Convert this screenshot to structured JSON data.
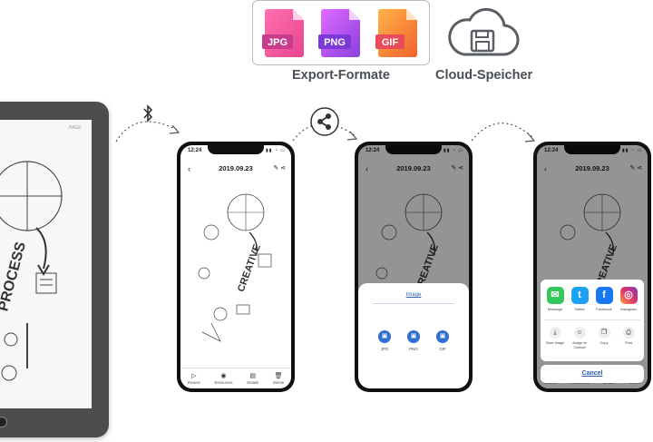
{
  "top": {
    "export_caption": "Export-Formate",
    "cloud_caption": "Cloud-Speicher",
    "formats": [
      "JPG",
      "PNG",
      "GIF"
    ]
  },
  "tablet": {
    "page_label": "PAGE"
  },
  "phones": {
    "time": "12:24",
    "title": "2019.09.23",
    "nav": [
      "Review",
      "Resources",
      "Details",
      "Delete"
    ]
  },
  "export_sheet": {
    "title": "Image",
    "options": [
      "JPG",
      "PNG",
      "GIF"
    ]
  },
  "share_sheet": {
    "apps": [
      "Message",
      "Twitter",
      "Facebook",
      "Instagram"
    ],
    "actions": [
      "Save Image",
      "Assign to Contact",
      "Copy",
      "Print"
    ],
    "cancel_label": "Cancel"
  },
  "colors": {
    "jpg": "#e8458f",
    "png": "#b54ce0",
    "gif": "#f0622e",
    "link": "#2b5fb8",
    "twitter": "#1da1f2",
    "facebook": "#1877f2",
    "message": "#34c759"
  }
}
